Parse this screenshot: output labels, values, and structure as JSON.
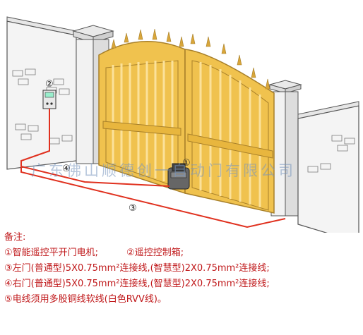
{
  "diagram": {
    "watermark": "广东佛山顺德创一自动门有限公司",
    "callouts": [
      "①",
      "②",
      "③",
      "④"
    ]
  },
  "notes": {
    "heading": "备注:",
    "line1a": "①智能遥控平开门电机;",
    "line1b": "②遥控控制箱;",
    "line2": "③左门(普通型)5X0.75mm²连接线,(智慧型)2X0.75mm²连接线;",
    "line3": "④右门(普通型)5X0.75mm²连接线,(智慧型)2X0.75mm²连接线;",
    "line4": "⑤电线须用多股铜线软线(白色RVV线)。"
  },
  "colors": {
    "gate": "#f0c24e",
    "gate_edge": "#a8802a",
    "wire": "#e0301e",
    "note_text": "#c0191b",
    "wall": "#f3f3f3"
  }
}
